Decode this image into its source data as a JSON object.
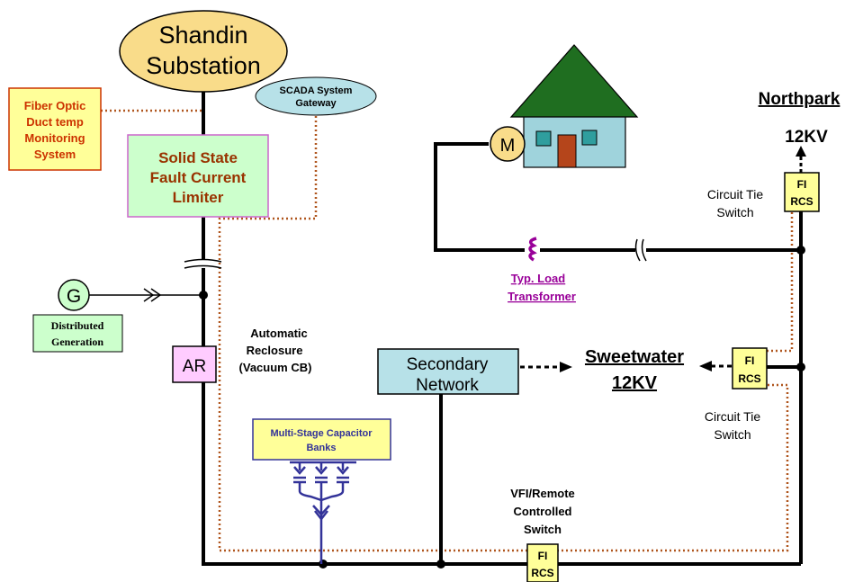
{
  "substation": {
    "line1": "Shandin",
    "line2": "Substation"
  },
  "fiber_optic": {
    "line1": "Fiber Optic",
    "line2": "Duct temp",
    "line3": "Monitoring",
    "line4": "System"
  },
  "scada": {
    "line1": "SCADA System",
    "line2": "Gateway"
  },
  "fault_limiter": {
    "line1": "Solid State",
    "line2": "Fault Current",
    "line3": "Limiter"
  },
  "generator": {
    "symbol": "G",
    "label_line1": "Distributed",
    "label_line2": "Generation"
  },
  "recloser": {
    "symbol": "AR",
    "label_line1": "Automatic",
    "label_line2": "Reclosure",
    "label_line3": "(Vacuum CB)"
  },
  "capacitor_banks": {
    "line1": "Multi-Stage Capacitor",
    "line2": "Banks"
  },
  "secondary_network": {
    "line1": "Secondary",
    "line2": "Network"
  },
  "sweetwater": {
    "line1": "Sweetwater",
    "line2": "12KV"
  },
  "northpark": {
    "line1": "Northpark",
    "line2": "12KV"
  },
  "meter": {
    "symbol": "M"
  },
  "load_transformer": {
    "line1": "Typ. Load",
    "line2": "Transformer"
  },
  "switch_fi_rcs": {
    "line1": "FI",
    "line2": "RCS"
  },
  "tie_switch_top": {
    "line1": "Circuit Tie",
    "line2": "Switch"
  },
  "tie_switch_mid": {
    "line1": "Circuit Tie",
    "line2": "Switch"
  },
  "vfi_switch": {
    "line1": "VFI/Remote",
    "line2": "Controlled",
    "line3": "Switch"
  },
  "colors": {
    "substation_fill": "#F9DC8A",
    "limiter_fill": "#CCFFCC",
    "limiter_border": "#CC66CC",
    "limiter_text": "#993300",
    "fiber_fill": "#FFFF99",
    "fiber_text": "#CC3300",
    "scada_fill": "#B7E1E8",
    "secondary_fill": "#B7E1E8",
    "ar_fill": "#FFCCFF",
    "rcs_fill": "#FFFF99",
    "capacitor_color": "#333399",
    "transformer_color": "#990099",
    "house_wall": "#9FD3DC",
    "house_roof": "#1F6E20",
    "house_window": "#2F9E9E",
    "house_door": "#B5451B",
    "meter_fill": "#F9DC8A",
    "dotted_line": "#B0561E"
  }
}
